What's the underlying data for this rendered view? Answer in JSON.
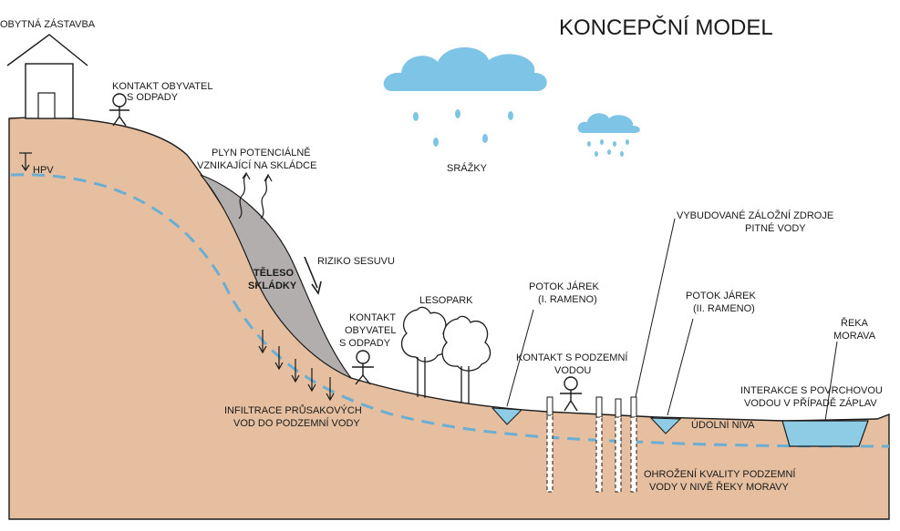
{
  "title": "KONCEPČNÍ MODEL",
  "labels": {
    "residential": "OBYTNÁ ZÁSTAVBA",
    "contact_top_l1": "KONTAKT OBYVATEL",
    "contact_top_l2": "S ODPADY",
    "hpv": "HPV",
    "gas_l1": "PLYN POTENCIÁLNĚ",
    "gas_l2": "VZNIKAJÍCÍ NA SKLÁDCE",
    "rain": "SRÁŽKY",
    "landfill_l1": "TĚLESO",
    "landfill_l2": "SKLÁDKY",
    "landslide": "RIZIKO SESUVU",
    "contact_mid_l1": "KONTAKT",
    "contact_mid_l2": "OBYVATEL",
    "contact_mid_l3": "S ODPADY",
    "lesopark": "LESOPARK",
    "stream1_l1": "POTOK JÁREK",
    "stream1_l2": "(I. RAMENO)",
    "stream2_l1": "POTOK JÁREK",
    "stream2_l2": "(II. RAMENO)",
    "backup_l1": "VYBUDOVANÉ ZÁLOŽNÍ ZDROJE",
    "backup_l2": "PITNÉ VODY",
    "contact_gw_l1": "KONTAKT S PODZEMNÍ",
    "contact_gw_l2": "VODOU",
    "river_l1": "ŘEKA",
    "river_l2": "MORAVA",
    "flood_l1": "INTERAKCE S POVRCHOVOU",
    "flood_l2": "VODOU V PŘÍPADĚ ZÁPLAV",
    "floodplain": "ÚDOLNÍ NIVA",
    "infiltration_l1": "INFILTRACE PRŮSAKOVÝCH",
    "infiltration_l2": "VOD DO PODZEMNÍ VODY",
    "threat_l1": "OHROŽENÍ KVALITY PODZEMNÍ",
    "threat_l2": "VODY V NIVĚ ŘEKY MORAVY"
  },
  "colors": {
    "soil": "#e5bfa0",
    "landfill": "#b3aeae",
    "water": "#8ecbe4",
    "groundwater_line": "#6aaed3",
    "cloud": "#7ec4e6",
    "ink": "#1a1a1a"
  }
}
